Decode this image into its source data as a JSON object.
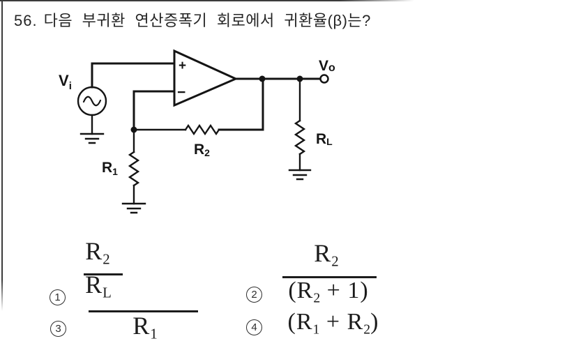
{
  "question": {
    "number": "56.",
    "text": "다음 부귀환 연산증폭기 회로에서 귀환율(β)는?"
  },
  "colors": {
    "paper": "#ffffff",
    "ink": "#141414"
  },
  "circuit": {
    "vi": {
      "base": "V",
      "sub": "i"
    },
    "vo": {
      "base": "V",
      "sub": "o"
    },
    "opamp": {
      "plus": "+",
      "minus": "−"
    },
    "r1": {
      "base": "R",
      "sub": "1"
    },
    "r2": {
      "base": "R",
      "sub": "2"
    },
    "rl": {
      "base": "R",
      "sub": "L"
    }
  },
  "choices": {
    "one": {
      "marker": "1",
      "num_base": "R",
      "num_sub": "2",
      "den_base": "R",
      "den_sub": "L"
    },
    "two": {
      "marker": "2",
      "num_base": "R",
      "num_sub": "2",
      "den_open": "(R",
      "den_sub": "2",
      "den_rest": " + 1)"
    },
    "three": {
      "marker": "3",
      "den_base": "R",
      "den_sub": "1"
    },
    "four": {
      "marker": "4",
      "open": "(R",
      "sub1": "1",
      "mid": " + R",
      "sub2": "2",
      "close": ")"
    }
  }
}
